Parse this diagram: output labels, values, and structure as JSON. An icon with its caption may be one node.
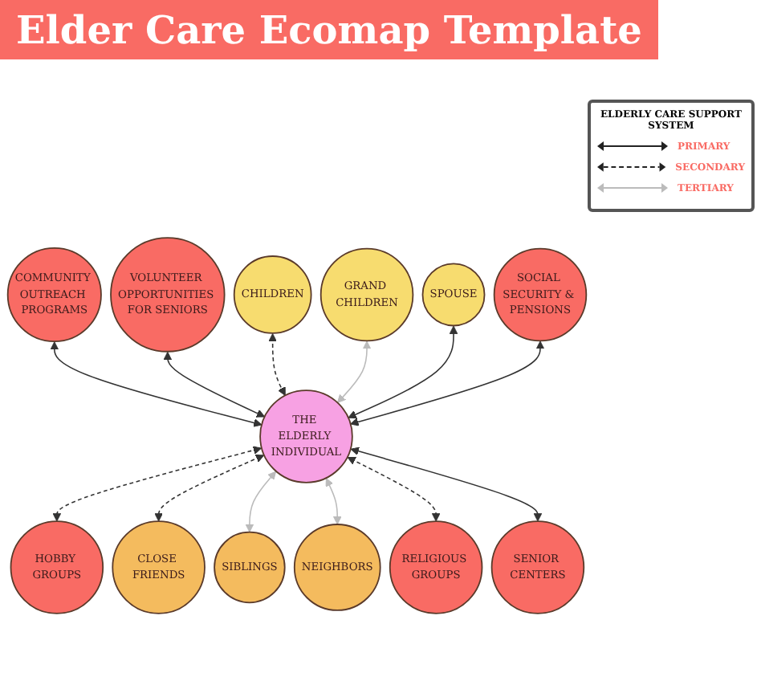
{
  "diagram": {
    "title": "Elder Care Ecomap Template",
    "nodes": [
      {
        "text": [
          "COMMUNITY OUTREACH PROGRAMS"
        ]
      },
      {
        "text": [
          "VOLUNTEER OPPORTUNITIES FOR SENIORS"
        ]
      },
      {
        "text": [
          "CHILDREN"
        ]
      },
      {
        "text": [
          "GRAND CHILDREN"
        ]
      },
      {
        "text": [
          "SPOUSE"
        ]
      },
      {
        "text": [
          "SOCIAL SECURITY & PENSIONS"
        ]
      },
      {
        "text": [
          "THE ELDERLY INDIVIDUAL"
        ]
      },
      {
        "text": [
          "HOBBY GROUPS"
        ]
      },
      {
        "text": [
          "CLOSE FRIENDS"
        ]
      },
      {
        "text": [
          "SIBLINGS"
        ]
      },
      {
        "text": [
          "NEIGHBORS"
        ]
      },
      {
        "text": [
          "RELIGIOUS GROUPS"
        ]
      },
      {
        "text": [
          "SENIOR CENTERS"
        ]
      }
    ],
    "edges": [
      {
        "from": 0,
        "to": 6,
        "arrow": "both"
      },
      {
        "from": 1,
        "to": 6,
        "arrow": "both"
      },
      {
        "from": 2,
        "to": 6,
        "arrow": "both",
        "style": "dashed"
      },
      {
        "from": 3,
        "to": 6,
        "arrow": "both",
        "color": "#bbbbbb"
      },
      {
        "from": 4,
        "to": 6,
        "arrow": "both"
      },
      {
        "from": 5,
        "to": 6,
        "arrow": "both"
      },
      {
        "from": 6,
        "to": 7,
        "arrow": "both",
        "style": "dashed"
      },
      {
        "from": 6,
        "to": 8,
        "arrow": "both",
        "style": "dashed"
      },
      {
        "from": 6,
        "to": 9,
        "arrow": "both",
        "color": "#bbbbbb"
      },
      {
        "from": 6,
        "to": 10,
        "arrow": "both",
        "color": "#bbbbbb"
      },
      {
        "from": 6,
        "to": 11,
        "arrow": "both",
        "style": "dashed"
      },
      {
        "from": 6,
        "to": 12,
        "arrow": "both"
      }
    ],
    "labels": [
      "ELDERLY CARE SUPPORT SYSTEM"
    ],
    "legend": [
      {
        "text": "PRIMARY"
      },
      {
        "text": "SECONDARY"
      },
      {
        "text": "TERTIARY"
      }
    ]
  }
}
